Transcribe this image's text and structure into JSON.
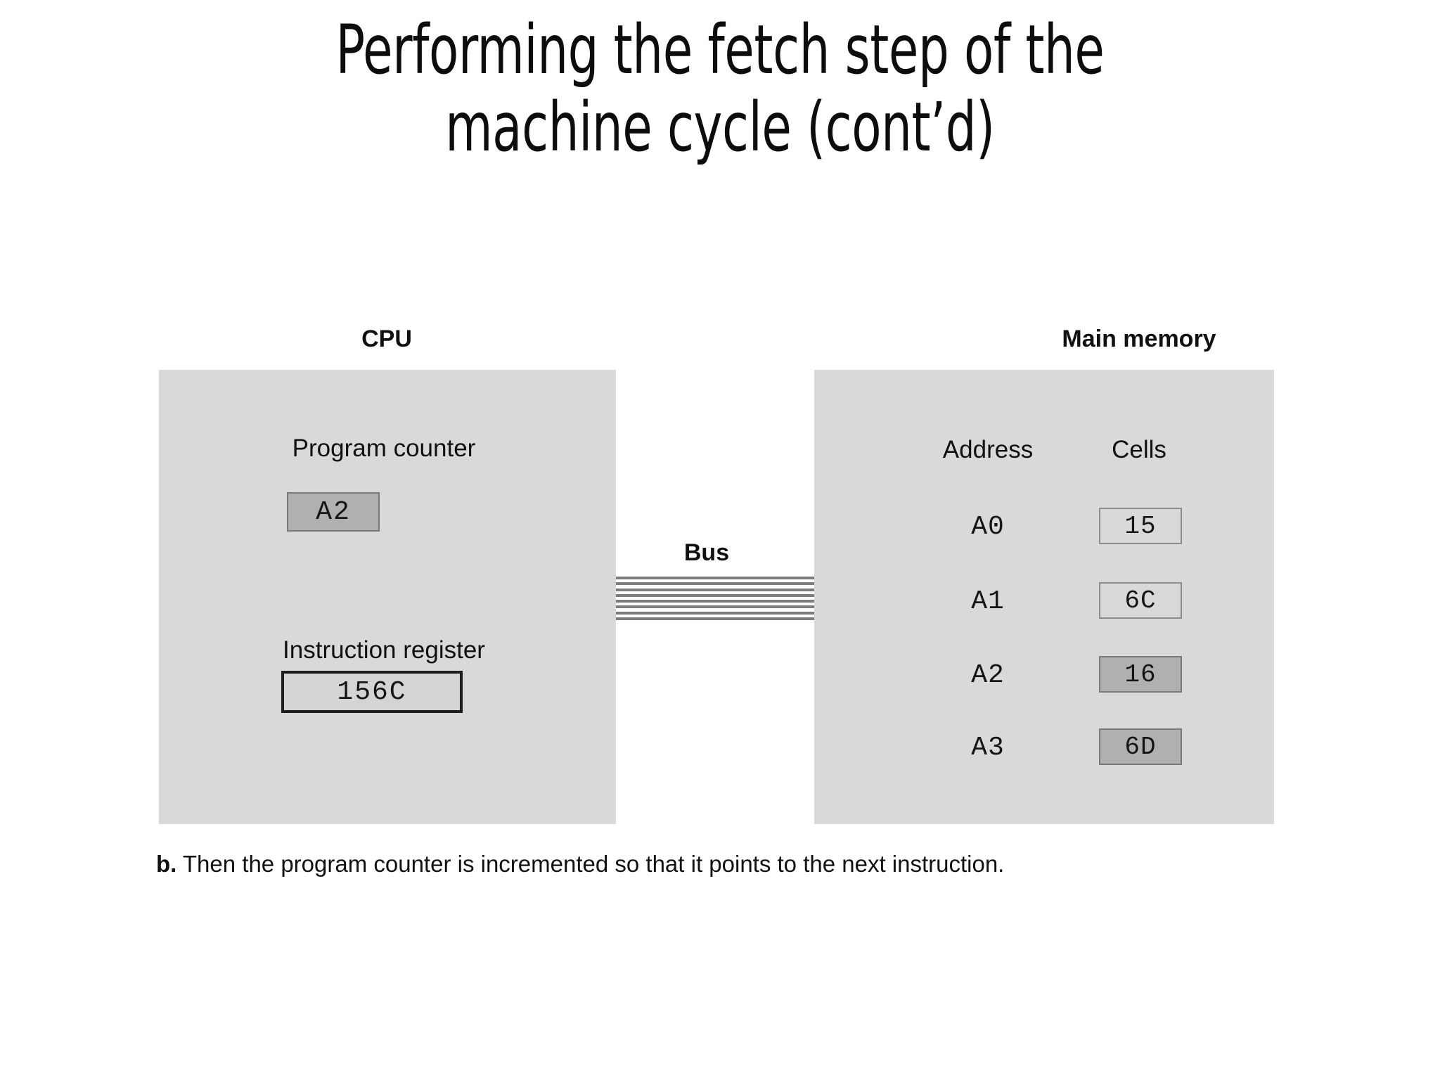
{
  "slide": {
    "title_line1": "Performing the fetch step of the",
    "title_line2": "machine cycle (cont’d)"
  },
  "figure": {
    "cpu": {
      "heading": "CPU",
      "program_counter": {
        "label": "Program counter",
        "value": "A2"
      },
      "instruction_register": {
        "label": "Instruction register",
        "value": "156C"
      }
    },
    "bus": {
      "label": "Bus",
      "line_count": 8
    },
    "memory": {
      "heading": "Main memory",
      "columns": {
        "address": "Address",
        "cells": "Cells"
      },
      "rows": [
        {
          "address": "A0",
          "value": "15",
          "highlighted": false
        },
        {
          "address": "A1",
          "value": "6C",
          "highlighted": false
        },
        {
          "address": "A2",
          "value": "16",
          "highlighted": true
        },
        {
          "address": "A3",
          "value": "6D",
          "highlighted": true
        }
      ]
    },
    "caption": {
      "lead": "b.",
      "text": " Then the program counter is incremented so that it points to the next instruction."
    }
  },
  "colors": {
    "slide_background": "#ffffff",
    "panel_fill": "#d9d9d9",
    "highlight_fill": "#b0b0b0",
    "cell_border": "#8c8c8c",
    "ir_border": "#1e1e1e",
    "bus_line": "#7d7d7d",
    "text": "#111111"
  }
}
